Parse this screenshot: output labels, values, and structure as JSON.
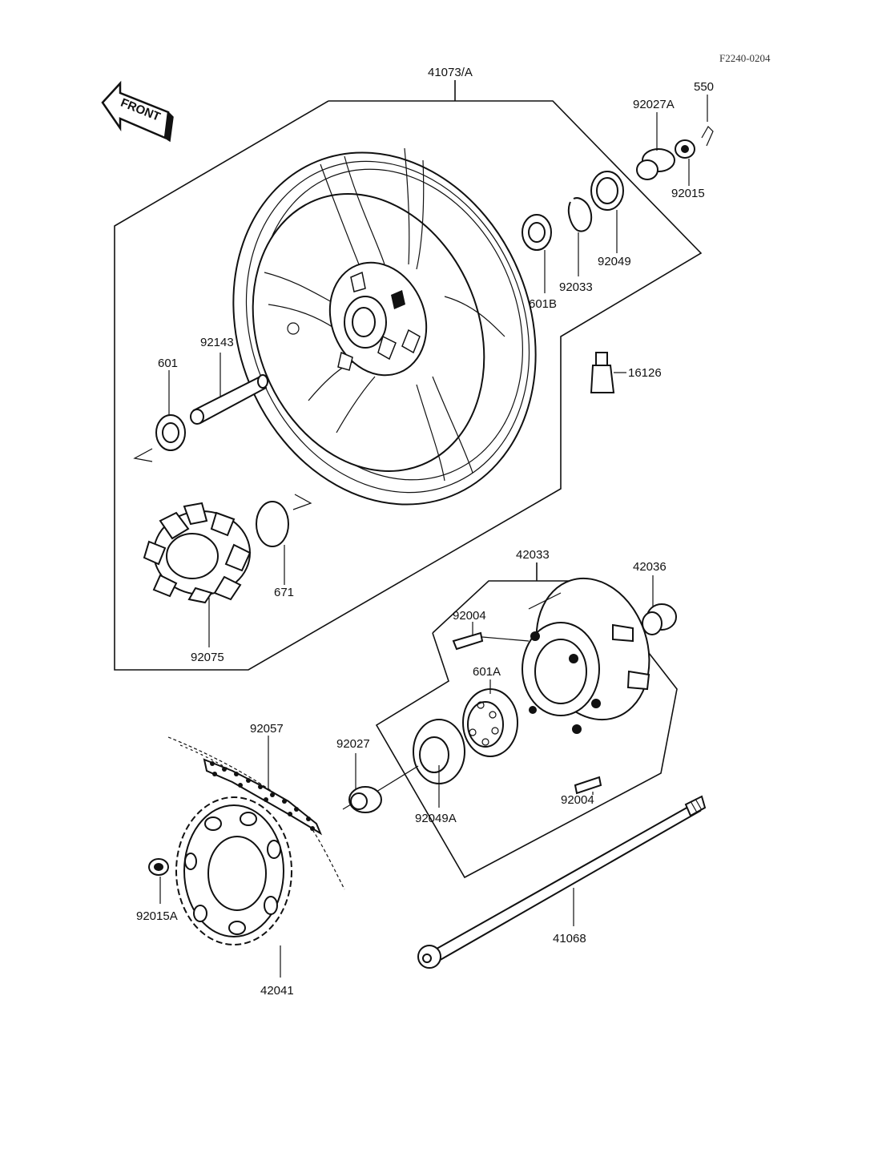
{
  "ref_code": "F2240-0204",
  "front_label": "FRONT",
  "parts": {
    "p41073A": "41073/A",
    "p92027A": "92027A",
    "p550": "550",
    "p92015": "92015",
    "p92049": "92049",
    "p92033": "92033",
    "p601B": "601B",
    "p16126": "16126",
    "p601": "601",
    "p92143": "92143",
    "p671": "671",
    "p92075": "92075",
    "p42033": "42033",
    "p42036": "42036",
    "p92004a": "92004",
    "p601A": "601A",
    "p92057": "92057",
    "p92027": "92027",
    "p92049A": "92049A",
    "p92004b": "92004",
    "p92015A": "92015A",
    "p41068": "41068",
    "p42041": "42041"
  }
}
